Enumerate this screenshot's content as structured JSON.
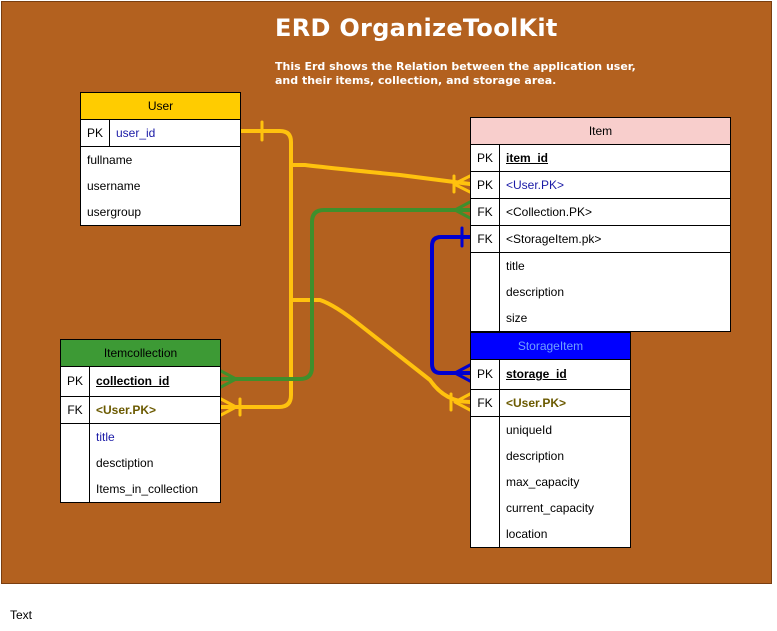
{
  "diagram": {
    "title": "ERD  OrganizeToolKit",
    "subtitle": "This Erd shows the Relation between the application user, and their items, collection, and storage area.",
    "footer_text": "Text"
  },
  "entities": {
    "user": {
      "name": "User",
      "header_color": "#ffcc00",
      "key_rows": [
        {
          "key": "PK",
          "field": "user_id"
        }
      ],
      "fields": [
        "fullname",
        "username",
        "usergroup"
      ]
    },
    "item": {
      "name": "Item",
      "header_color": "#f8cecc",
      "key_rows": [
        {
          "key": "PK",
          "field": "item_id"
        },
        {
          "key": "PK",
          "field": "<User.PK>"
        },
        {
          "key": "FK",
          "field": "<Collection.PK>"
        },
        {
          "key": "FK",
          "field": "<StorageItem.pk>"
        }
      ],
      "fields": [
        "title",
        "description",
        "size"
      ]
    },
    "itemcollection": {
      "name": "Itemcollection",
      "header_color": "#3d9a35",
      "key_rows": [
        {
          "key": "PK",
          "field": "collection_id"
        },
        {
          "key": "FK",
          "field": "<User.PK>"
        }
      ],
      "fields": [
        "title",
        "desctiption",
        "Items_in_collection"
      ]
    },
    "storageitem": {
      "name": "StorageItem",
      "header_color": "#0000ff",
      "key_rows": [
        {
          "key": "PK",
          "field": "storage_id"
        },
        {
          "key": "FK",
          "field": "<User.PK>"
        }
      ],
      "fields": [
        "uniqueId",
        "description",
        "max_capacity",
        "current_capacity",
        "location"
      ]
    }
  },
  "colors": {
    "background": "#b3611f",
    "user_links": "#ffc20e",
    "collection_link": "#3f8f2c",
    "storage_link": "#0000d0"
  }
}
